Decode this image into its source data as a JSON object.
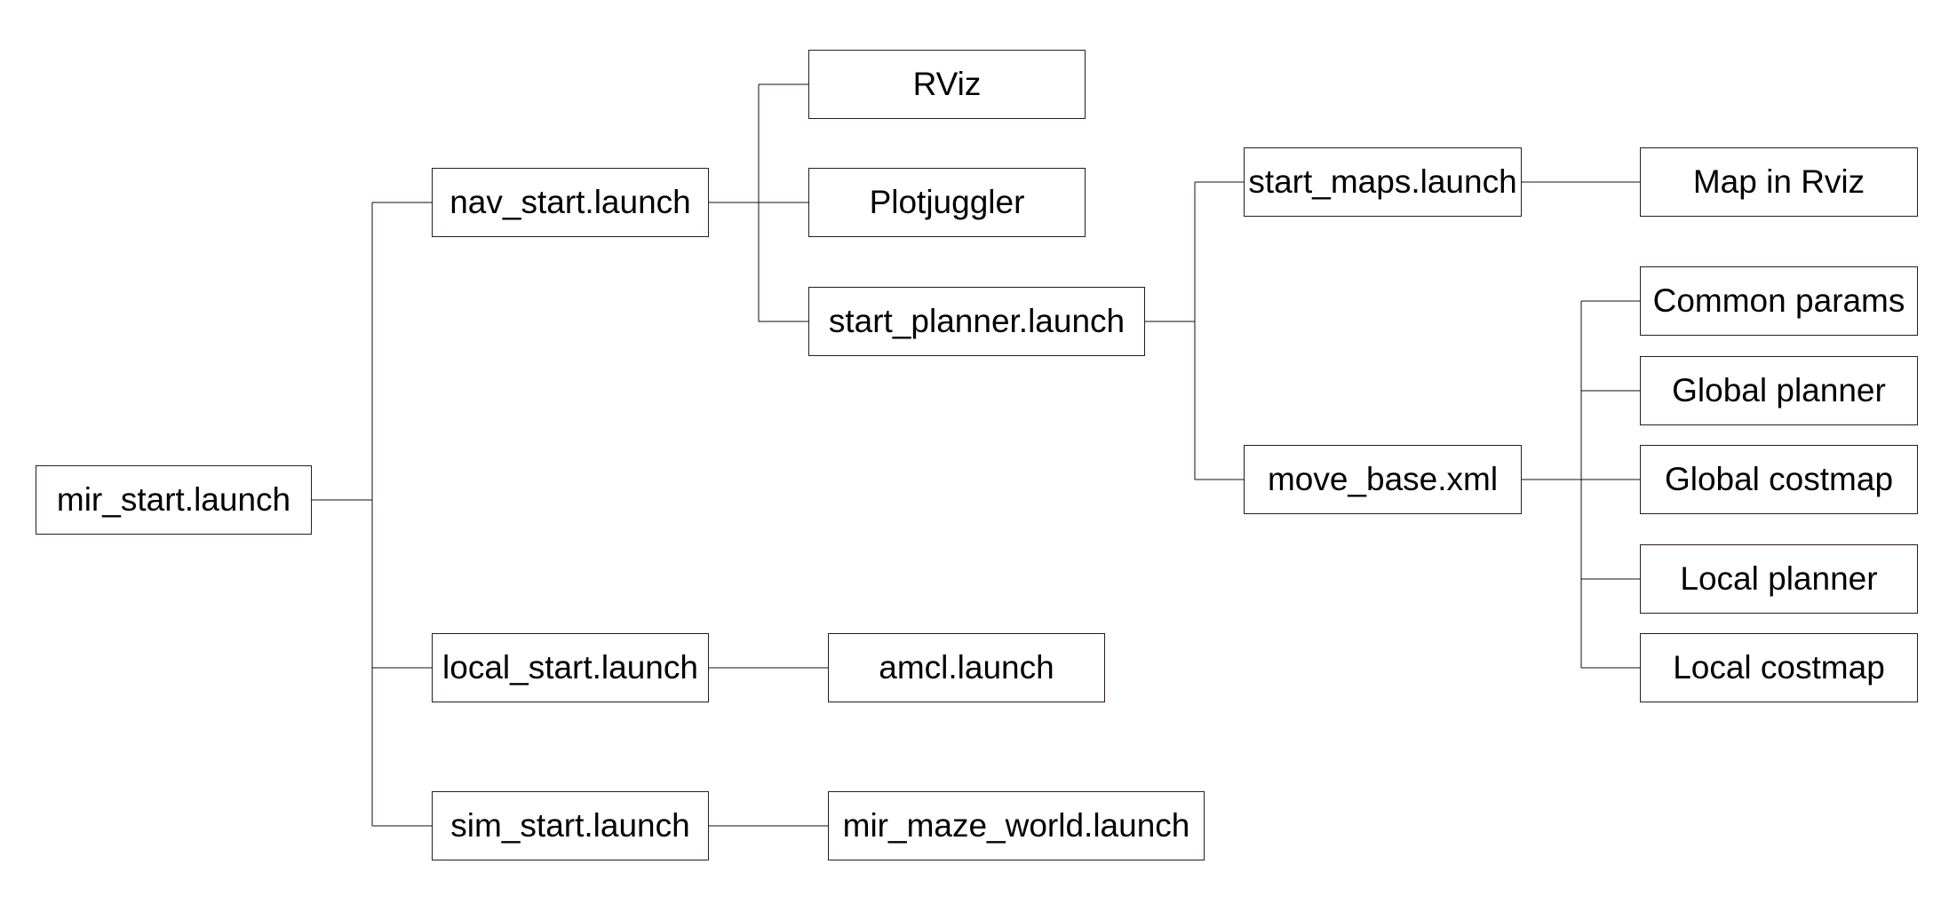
{
  "colors": {
    "background": "#ffffff",
    "node_border": "#2a1a22",
    "connector": "#1a0a14",
    "text": "#000000"
  },
  "nodes": {
    "mir_start": "mir_start.launch",
    "nav_start": "nav_start.launch",
    "local_start": "local_start.launch",
    "sim_start": "sim_start.launch",
    "rviz": "RViz",
    "plotjuggler": "Plotjuggler",
    "start_planner": "start_planner.launch",
    "amcl": "amcl.launch",
    "mir_maze_world": "mir_maze_world.launch",
    "start_maps": "start_maps.launch",
    "move_base": "move_base.xml",
    "map_in_rviz": "Map in Rviz",
    "common_params": "Common params",
    "global_planner": "Global planner",
    "global_costmap": "Global costmap",
    "local_planner": "Local planner",
    "local_costmap": "Local costmap"
  },
  "edges": [
    [
      "mir_start",
      "nav_start"
    ],
    [
      "mir_start",
      "local_start"
    ],
    [
      "mir_start",
      "sim_start"
    ],
    [
      "nav_start",
      "rviz"
    ],
    [
      "nav_start",
      "plotjuggler"
    ],
    [
      "nav_start",
      "start_planner"
    ],
    [
      "local_start",
      "amcl"
    ],
    [
      "sim_start",
      "mir_maze_world"
    ],
    [
      "start_planner",
      "start_maps"
    ],
    [
      "start_planner",
      "move_base"
    ],
    [
      "start_maps",
      "map_in_rviz"
    ],
    [
      "move_base",
      "common_params"
    ],
    [
      "move_base",
      "global_planner"
    ],
    [
      "move_base",
      "global_costmap"
    ],
    [
      "move_base",
      "local_planner"
    ],
    [
      "move_base",
      "local_costmap"
    ]
  ]
}
